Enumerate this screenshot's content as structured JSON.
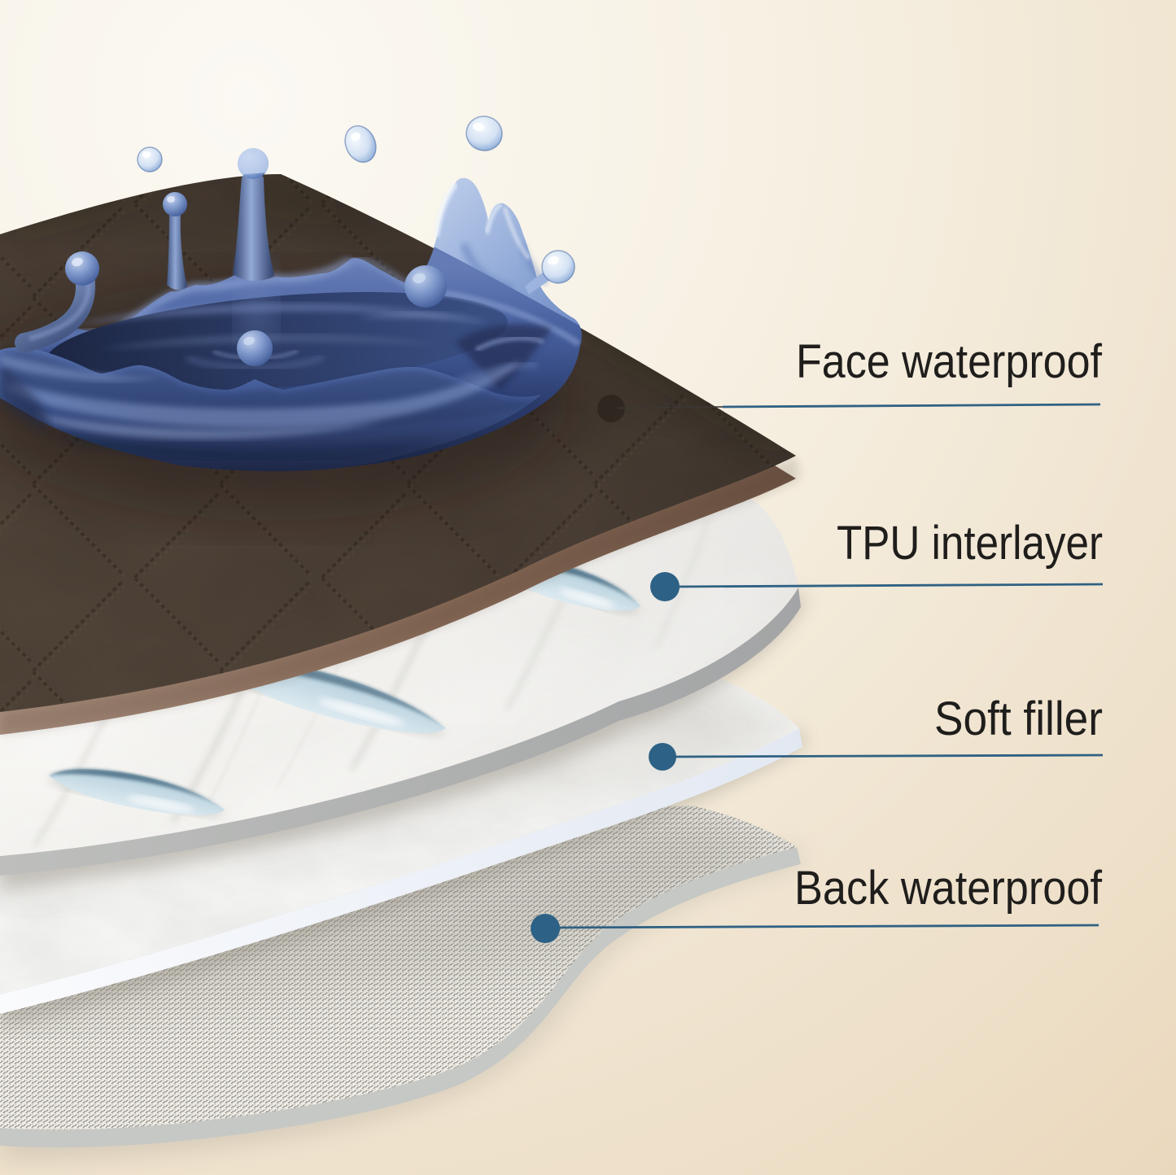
{
  "figure": {
    "type": "product-layer-diagram",
    "subject": "waterproof quilted pad cross-section",
    "layer_count": 4
  },
  "callouts": [
    {
      "label": "Face waterproof"
    },
    {
      "label": "TPU interlayer"
    },
    {
      "label": "Soft filler"
    },
    {
      "label": "Back waterproof"
    }
  ],
  "colors": {
    "background_beige": "#efe3cf",
    "label_text": "#1f1e1c",
    "callout_line": "#2f6183",
    "callout_dot": "#2d6186",
    "face_fabric_brown": "#463a31",
    "face_edge_tan": "#8a6f5f",
    "tpu_surface": "#f3f2ef",
    "tpu_edge_gray": "#a9abab",
    "filler_surface": "#f7f7f5",
    "filler_edge": "#e7ecf4",
    "back_surface": "#edebe4",
    "back_edge_gray": "#c4c6c3",
    "splash_dark_blue": "#24304f",
    "splash_mid_blue": "#4d68a6",
    "splash_light_blue": "#b9cbea"
  }
}
